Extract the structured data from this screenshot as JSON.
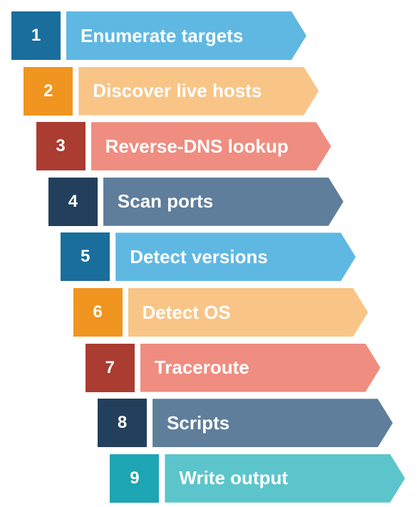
{
  "steps": [
    {
      "number": "1",
      "label": "Enumerate targets",
      "num_color": "#1a6e9c",
      "arrow_color": "#5fb8e2"
    },
    {
      "number": "2",
      "label": "Discover live hosts",
      "num_color": "#f0951f",
      "arrow_color": "#f8c587"
    },
    {
      "number": "3",
      "label": "Reverse-DNS lookup",
      "num_color": "#ab3c32",
      "arrow_color": "#ef8d80"
    },
    {
      "number": "4",
      "label": "Scan ports",
      "num_color": "#22405c",
      "arrow_color": "#5e7e9b"
    },
    {
      "number": "5",
      "label": "Detect versions",
      "num_color": "#1a6e9c",
      "arrow_color": "#5fb8e2"
    },
    {
      "number": "6",
      "label": "Detect OS",
      "num_color": "#f0951f",
      "arrow_color": "#f8c587"
    },
    {
      "number": "7",
      "label": "Traceroute",
      "num_color": "#ab3c32",
      "arrow_color": "#ef8d80"
    },
    {
      "number": "8",
      "label": "Scripts",
      "num_color": "#22405c",
      "arrow_color": "#5e7e9b"
    },
    {
      "number": "9",
      "label": "Write output",
      "num_color": "#1da5b3",
      "arrow_color": "#5cc5cc"
    }
  ]
}
